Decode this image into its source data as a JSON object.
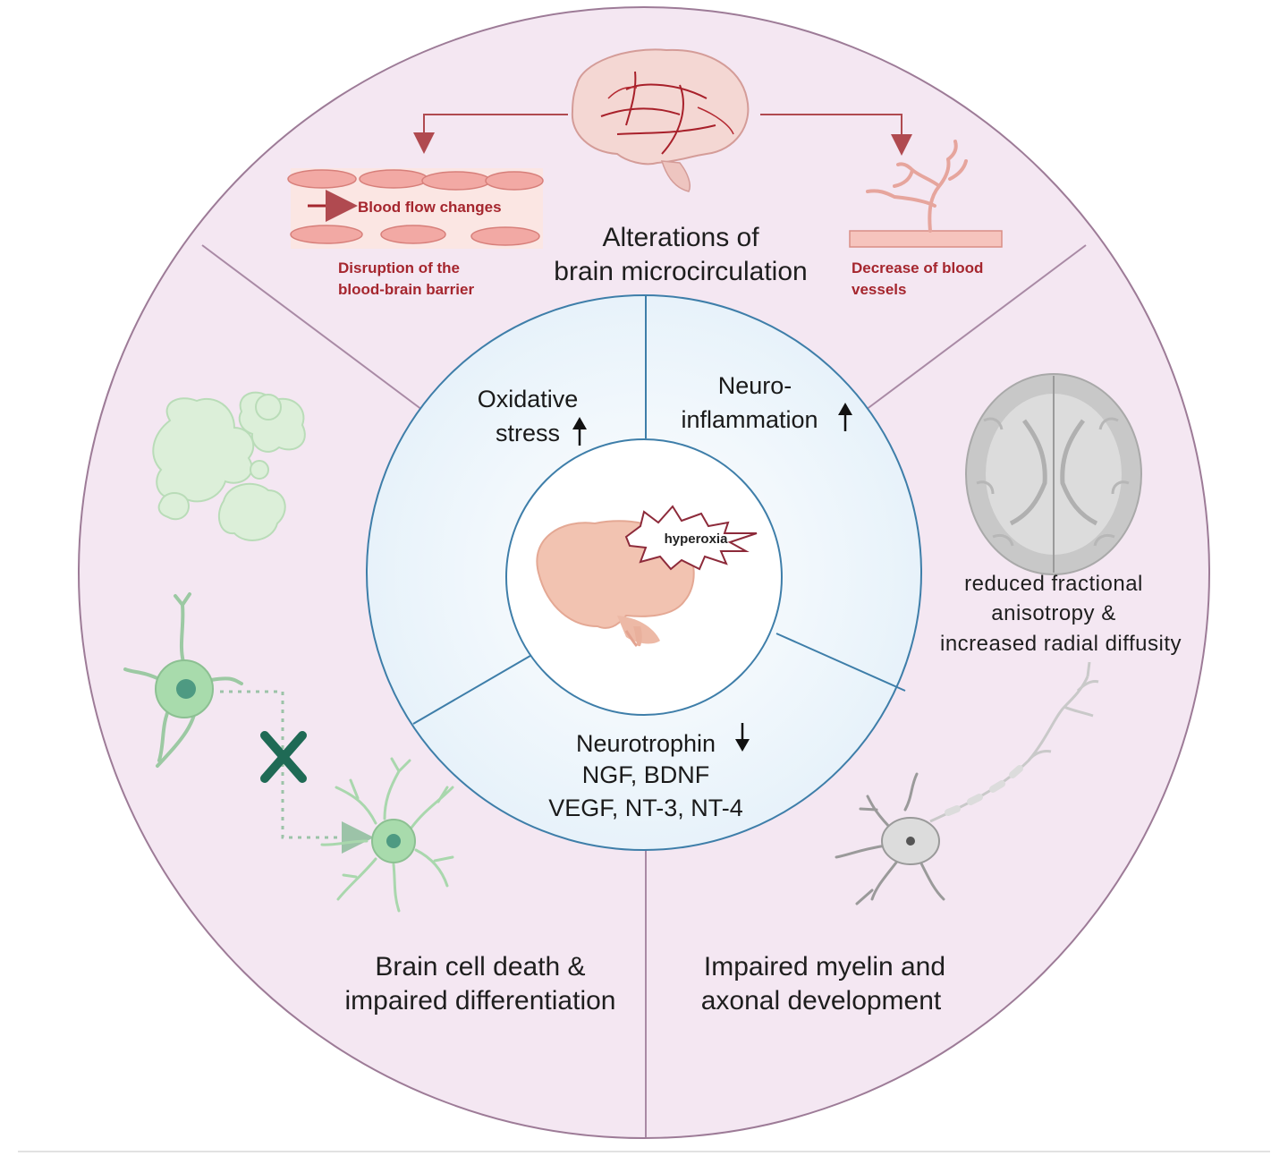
{
  "segments": {
    "top": {
      "title_line1": "Alterations of",
      "title_line2": "brain microcirculation"
    },
    "bottom_left": {
      "title_line1": "Brain cell death &",
      "title_line2": "impaired differentiation"
    },
    "bottom_right": {
      "title_line1": "Impaired myelin and",
      "title_line2": "axonal development"
    }
  },
  "microcirculation": {
    "blood_flow_label": "Blood flow changes",
    "bbb_line1": "Disruption of the",
    "bbb_line2": "blood-brain barrier",
    "vessels_line1": "Decrease of blood",
    "vessels_line2": "vessels"
  },
  "inner_ring": {
    "oxidative_line1": "Oxidative",
    "oxidative_line2": "stress",
    "neuro_line1": "Neuro-",
    "neuro_line2": "inflammation",
    "neurotrophin_line1": "Neurotrophin",
    "neurotrophin_line2": "NGF, BDNF",
    "neurotrophin_line3": "VEGF, NT-3, NT-4"
  },
  "center": {
    "burst_label": "hyperoxia"
  },
  "right_panel": {
    "line1": "reduced fractional",
    "line2": "anisotropy &",
    "line3": "increased radial diffusity"
  },
  "icons": {
    "arrow_up": "arrow-up-icon",
    "arrow_down": "arrow-down-icon",
    "cross": "cross-mark-icon"
  },
  "colors": {
    "outer_ring": "#f3e6f1",
    "inner_ring": "#e9f4fa",
    "ring_border": "#3e7ea9",
    "accent_red": "#a5262e",
    "cell_green": "#9fd3a6",
    "cross_green": "#1f6a55"
  }
}
